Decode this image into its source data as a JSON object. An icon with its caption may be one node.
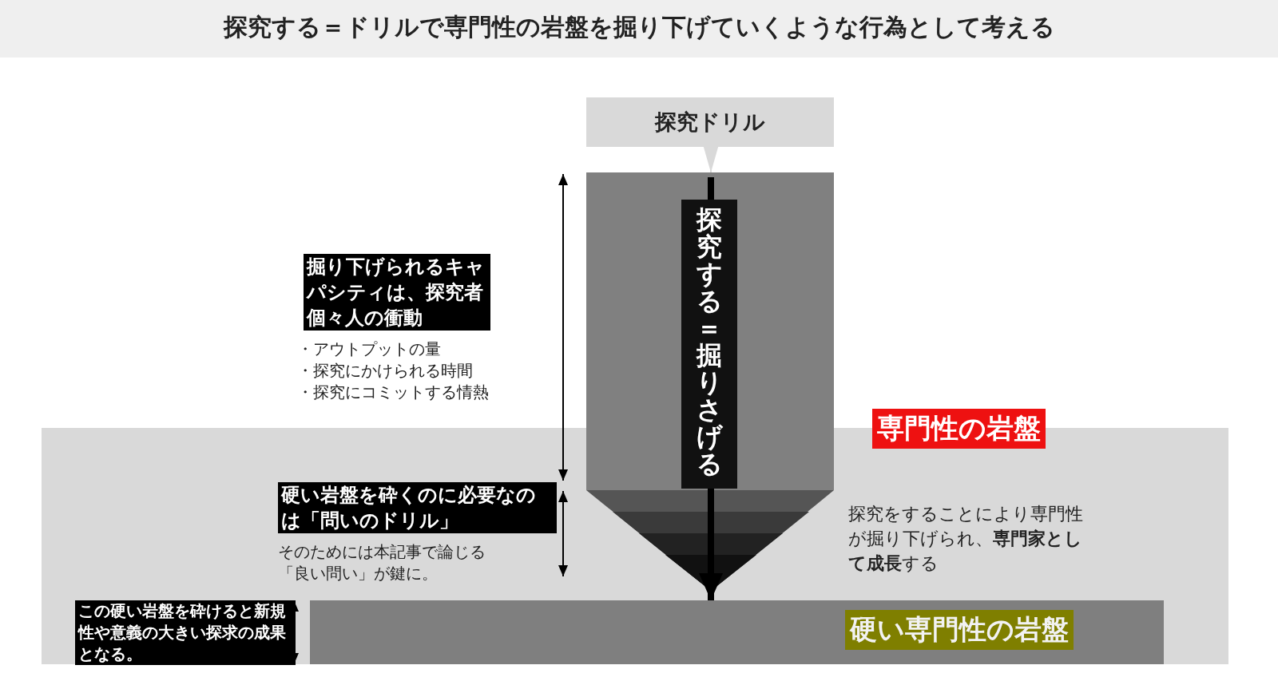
{
  "diagram": {
    "title": "探究する＝ドリルで専門性の岩盤を掘り下げていくような行為として考える",
    "nodes": [
      {
        "text": [
          "探究ドリル"
        ]
      },
      {
        "text": [
          "探究する＝掘りさげる"
        ]
      },
      {
        "text": [
          "専門性の岩盤"
        ]
      },
      {
        "text": [
          "硬い専門性の岩盤"
        ],
        "in": 2
      }
    ],
    "edges": [
      {
        "from": 0,
        "to": 1,
        "arrow": "to",
        "color": "#d9d9d9"
      },
      {
        "from": 1,
        "to": 3,
        "arrow": "to",
        "style": "thick",
        "color": "#000000"
      }
    ],
    "labels": [
      "掘り下げられるキャパシティは、探究者個々人の衝動",
      "・アウトプットの量",
      "・探究にかけられる時間",
      "・探究にコミットする情熱",
      "硬い岩盤を砕くのに必要なのは「問いのドリル」",
      "そのためには本記事で論じる「良い問い」が鍵に。",
      "探究をすることにより専門性が掘り下げられ、**専門家として成長**する",
      "この硬い岩盤を砕けると新規性や意義の大きい探求の成果となる。"
    ]
  }
}
